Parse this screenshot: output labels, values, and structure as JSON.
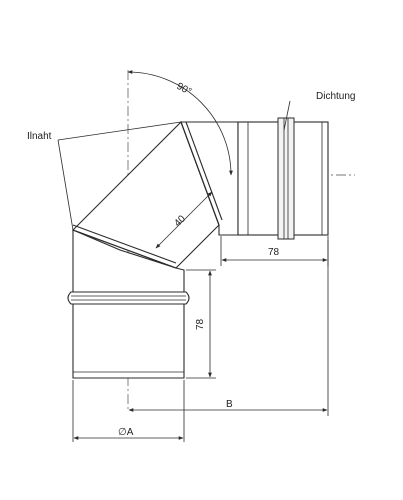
{
  "labels": {
    "angle": "90°",
    "seal": "Dichtung",
    "seam": "Ilnaht",
    "len_40": "40",
    "len_78_top": "78",
    "len_78_side": "78",
    "dim_b": "B",
    "dim_a": "∅A"
  },
  "colors": {
    "line": "#2b2b2b",
    "background": "#ffffff"
  }
}
